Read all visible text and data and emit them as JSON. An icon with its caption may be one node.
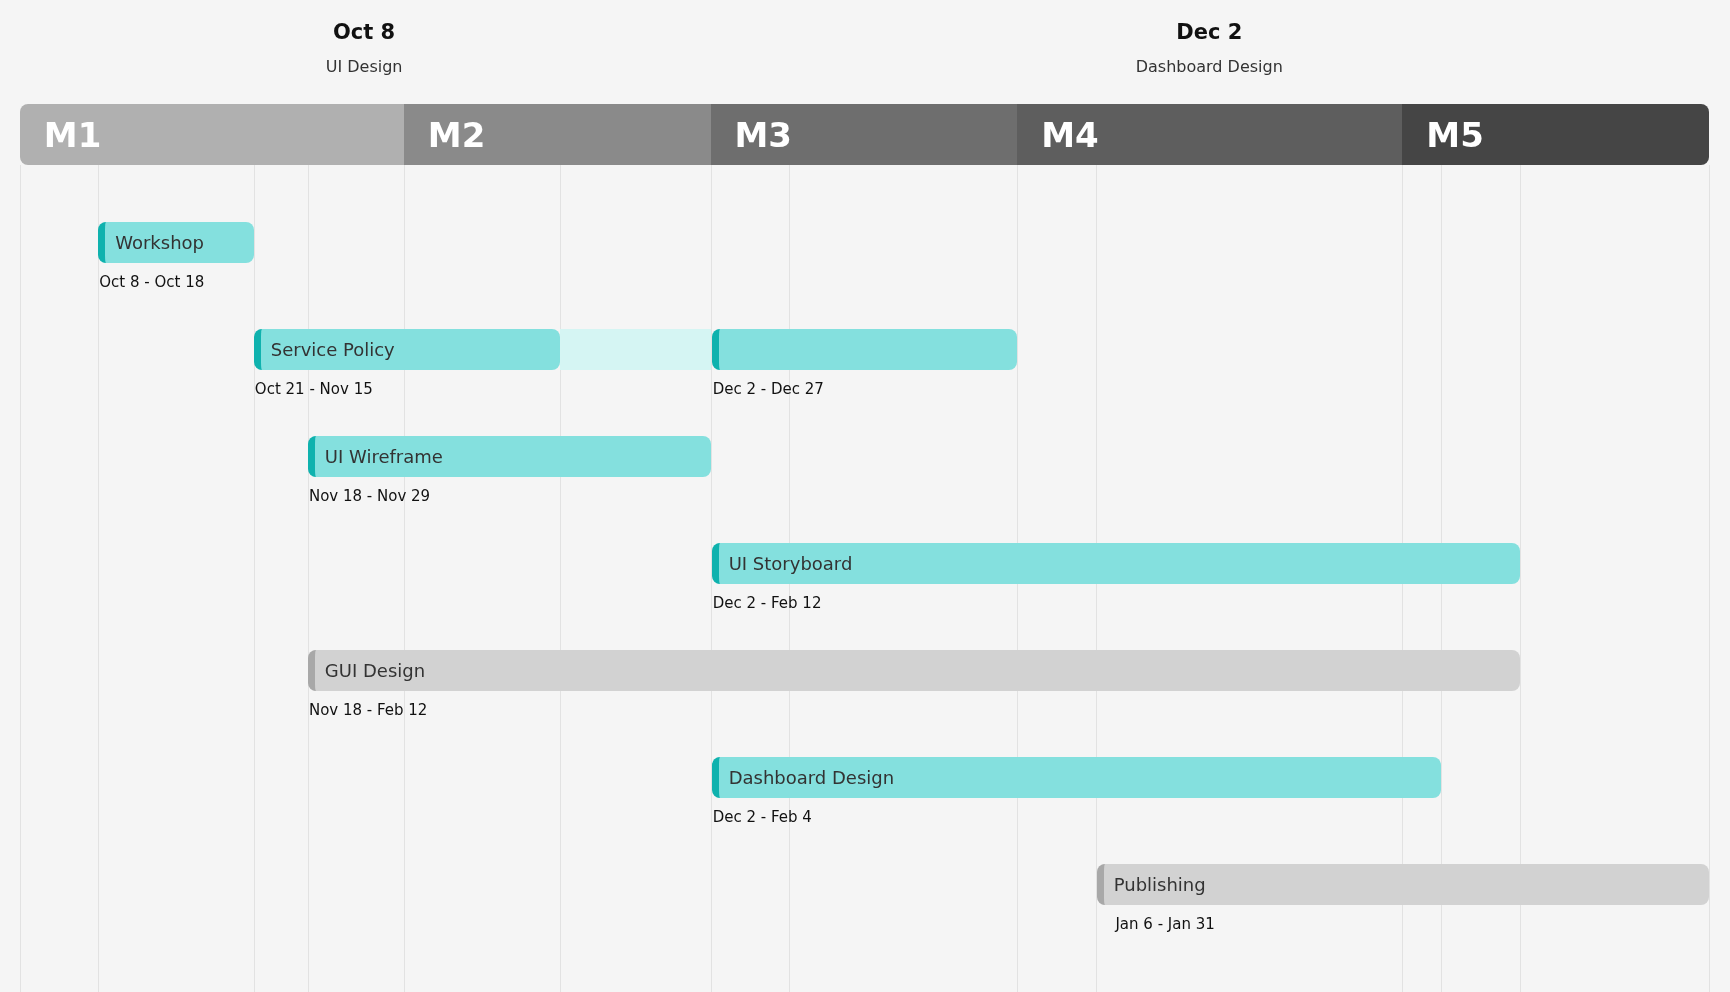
{
  "diagram": {
    "nodes": [
      {
        "text": [
          "M1"
        ]
      },
      {
        "text": [
          "M2"
        ]
      },
      {
        "text": [
          "M3"
        ]
      },
      {
        "text": [
          "M4"
        ]
      },
      {
        "text": [
          "M5"
        ]
      },
      {
        "text": [
          "Workshop"
        ],
        "beside": [
          "Oct 8 - Oct 18"
        ]
      },
      {
        "text": [
          "Service Policy"
        ],
        "beside": [
          "Oct 21 - Nov 15"
        ]
      },
      {
        "text": [],
        "shape": "bar"
      },
      {
        "text": [],
        "shape": "bar",
        "beside": [
          "Dec 2 - Dec 27"
        ]
      },
      {
        "text": [
          "UI Wireframe"
        ],
        "beside": [
          "Nov 18 - Nov 29"
        ]
      },
      {
        "text": [
          "UI Storyboard"
        ],
        "beside": [
          "Dec 2 - Feb 12"
        ]
      },
      {
        "text": [
          "GUI Design"
        ],
        "beside": [
          "Nov 18 - Feb 12"
        ]
      },
      {
        "text": [
          "Dashboard Design"
        ],
        "beside": [
          "Dec 2 - Feb 4"
        ]
      },
      {
        "text": [
          "Publishing"
        ],
        "beside": [
          "Jan 6 - Jan 31"
        ]
      }
    ],
    "edges": [],
    "labels": [
      "Oct 8",
      "UI Design",
      "Dec 2",
      "Dashboard Design"
    ]
  }
}
